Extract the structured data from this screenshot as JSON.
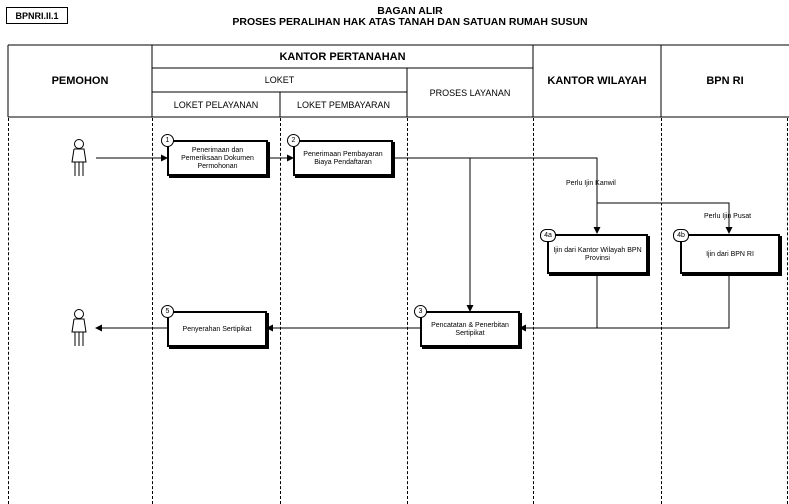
{
  "doc_code": "BPNRI.II.1",
  "title": {
    "line1": "BAGAN ALIR",
    "line2": "PROSES PERALIHAN HAK ATAS TANAH DAN SATUAN RUMAH SUSUN"
  },
  "header": {
    "pemohon": "PEMOHON",
    "kantor_pertanahan": "KANTOR PERTANAHAN",
    "loket": "LOKET",
    "loket_pelayanan": "LOKET PELAYANAN",
    "loket_pembayaran": "LOKET PEMBAYARAN",
    "proses_layanan": "PROSES LAYANAN",
    "kantor_wilayah": "KANTOR WILAYAH",
    "bpn_ri": "BPN RI"
  },
  "steps": {
    "s1": {
      "num": "1",
      "text": "Penerimaan dan Pemeriksaan Dokumen Permohonan"
    },
    "s2": {
      "num": "2",
      "text": "Penerimaan Pembayaran Biaya Pendaftaran"
    },
    "s3": {
      "num": "3",
      "text": "Pencatatan & Penerbitan Sertipikat"
    },
    "s4a": {
      "num": "4a",
      "text": "Ijin dari Kantor Wilayah BPN Provinsi"
    },
    "s4b": {
      "num": "4b",
      "text": "Ijin dari BPN RI"
    },
    "s5": {
      "num": "5",
      "text": "Penyerahan Sertipikat"
    }
  },
  "notes": {
    "kanwil": "Perlu Ijin Kanwil",
    "pusat": "Perlu Ijin Pusat"
  },
  "icons": {
    "person_start": "person-icon",
    "person_end": "person-icon"
  }
}
